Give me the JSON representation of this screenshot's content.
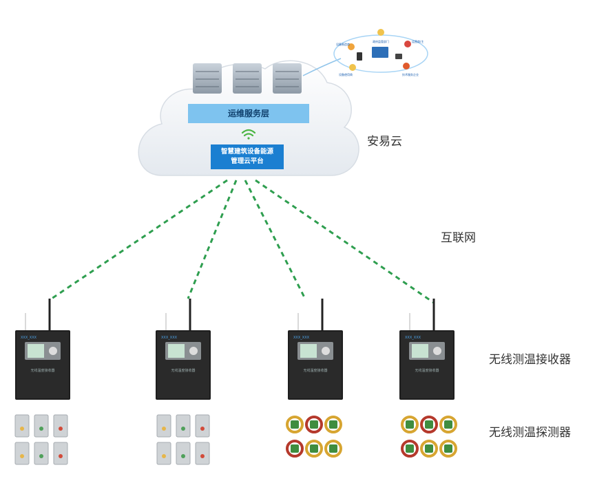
{
  "cloud": {
    "service_layer": "运维服务层",
    "platform_line1": "智慧建筑设备能源",
    "platform_line2": "管理云平台"
  },
  "labels": {
    "cloud_name": "安易云",
    "internet": "互联网",
    "receiver": "无线测温接收器",
    "detector": "无线测温探测器"
  },
  "team": {
    "roles": [
      "设备制造商",
      "政府监管部门",
      "运营商/主",
      "设备使用商",
      "技术服务企业"
    ]
  },
  "receivers": [
    {
      "brand": "XXX_XXX",
      "caption": "无线温度接收器"
    },
    {
      "brand": "XXX_XXX",
      "caption": "无线温度接收器"
    },
    {
      "brand": "XXX_XXX",
      "caption": "无线温度接收器"
    },
    {
      "brand": "XXX_XXX",
      "caption": "无线温度接收器"
    }
  ],
  "colors": {
    "dashed_link": "#2e9e4f",
    "service_band": "#7ec3ef",
    "platform_box": "#1b7fd1",
    "receiver_body": "#1e1e1e"
  }
}
